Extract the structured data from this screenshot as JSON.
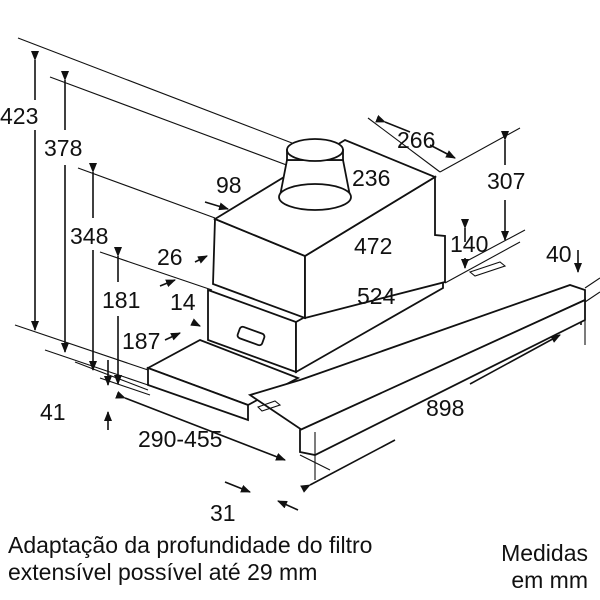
{
  "dimensions": {
    "d423": "423",
    "d378": "378",
    "d348": "348",
    "d181": "181",
    "d187": "187",
    "d41": "41",
    "d290_455": "290-455",
    "d31": "31",
    "d98": "98",
    "d26": "26",
    "d14": "14",
    "d236": "236",
    "d266": "266",
    "d307": "307",
    "d472": "472",
    "d524": "524",
    "d140": "140",
    "d40": "40",
    "d898": "898"
  },
  "notes": {
    "filter_line1": "Adaptação da profundidade do filtro",
    "filter_line2": "extensível possível até 29 mm",
    "units_line1": "Medidas",
    "units_line2": "em mm"
  }
}
